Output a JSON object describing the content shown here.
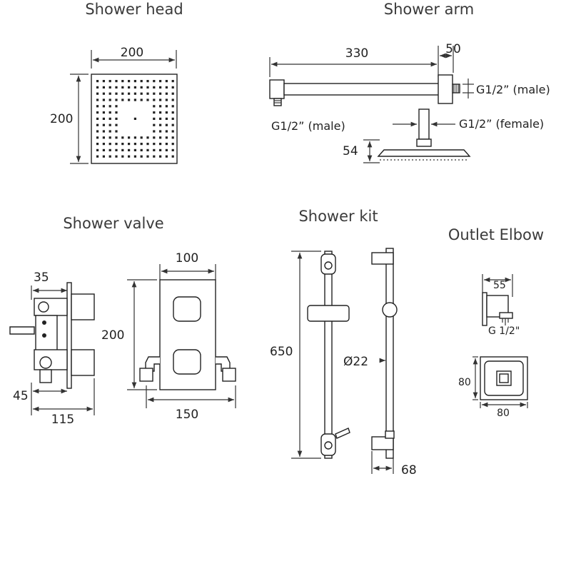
{
  "titles": {
    "shower_head": "Shower head",
    "shower_arm": "Shower arm",
    "shower_valve": "Shower valve",
    "shower_kit": "Shower kit",
    "outlet_elbow": "Outlet Elbow"
  },
  "shower_head": {
    "width": "200",
    "height": "200"
  },
  "shower_arm": {
    "length": "330",
    "end": "50",
    "thread_male_right": "G1/2” (male)",
    "thread_male_left": "G1/2” (male)",
    "thread_female": "G1/2” (female)",
    "head_depth": "54"
  },
  "shower_valve": {
    "side_top": "35",
    "side_bottom": "45",
    "side_width": "115",
    "front_width": "100",
    "front_height": "200",
    "total_width": "150"
  },
  "shower_kit": {
    "height": "650",
    "diameter": "Ø22",
    "depth": "68"
  },
  "outlet_elbow": {
    "depth": "55",
    "thread": "G 1/2\"",
    "plate_height": "80",
    "plate_width": "80"
  }
}
